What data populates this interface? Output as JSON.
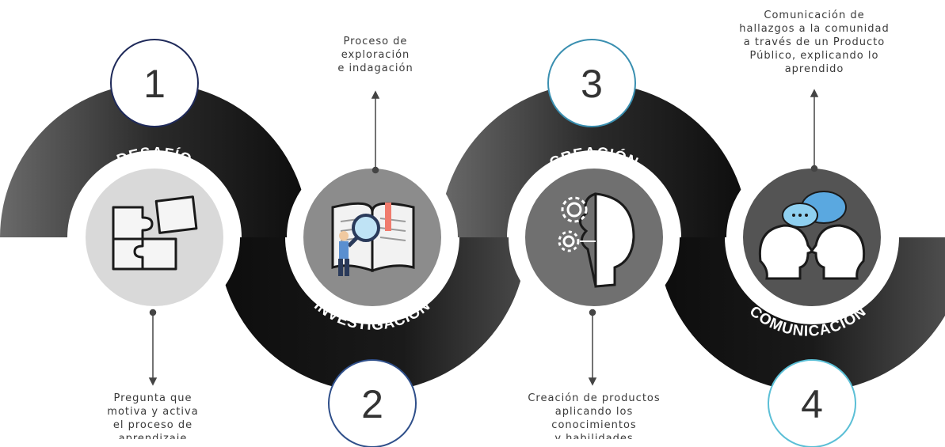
{
  "steps": [
    {
      "number": "1",
      "title": "DESAFÍO",
      "icon": "puzzle-icon",
      "description": [
        "Pregunta que",
        "motiva y activa",
        "el proceso de",
        "aprendizaje"
      ],
      "ring_color": "#1f2a5a"
    },
    {
      "number": "2",
      "title": "INVESTIGACIÓN",
      "icon": "book-magnifier-icon",
      "description": [
        "Proceso de",
        "exploración",
        "e indagación"
      ],
      "ring_color": "#2f4f8a"
    },
    {
      "number": "3",
      "title": "CREACIÓN",
      "icon": "brain-bulb-gears-icon",
      "description": [
        "Creación de productos",
        "aplicando los",
        "conocimientos",
        "y habilidades"
      ],
      "ring_color": "#3a8fb0"
    },
    {
      "number": "4",
      "title": "COMUNICACIÓN",
      "icon": "speaking-heads-icon",
      "description": [
        "Comunicación de",
        "hallazgos a la comunidad",
        "a través de un Producto",
        "Público, explicando lo",
        "aprendido"
      ],
      "ring_color": "#5bbfd6"
    }
  ],
  "colors": {
    "band": "#1a1a1a",
    "circle_light": "#d9d9d9",
    "circle_mid": "#8c8c8c",
    "circle_dark": "#707070",
    "circle_darkest": "#545454"
  }
}
